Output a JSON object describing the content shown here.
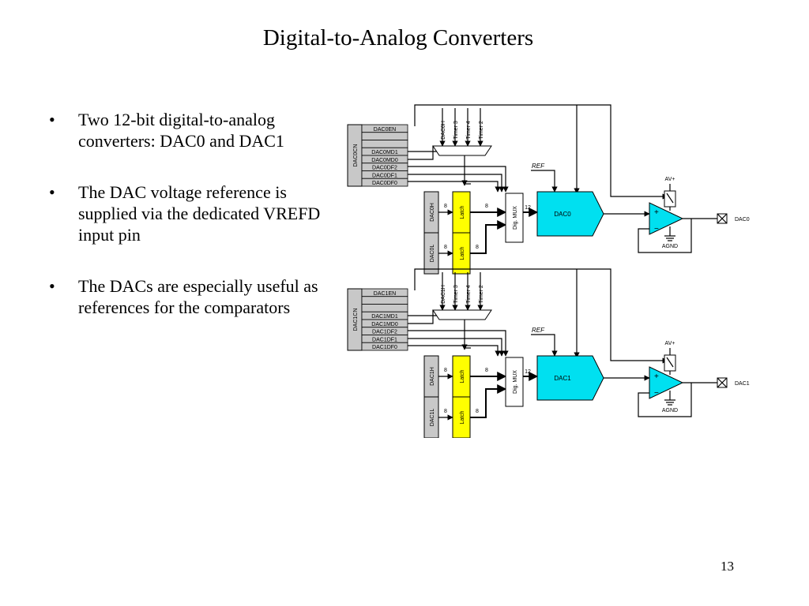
{
  "slide": {
    "title": "Digital-to-Analog Converters",
    "bullets": [
      "Two 12-bit digital-to-analog converters: DAC0 and DAC1",
      "The DAC voltage reference is supplied via the dedicated VREFD input pin",
      "The DACs are especially useful as references for the comparators"
    ],
    "page_number": "13"
  },
  "diagram": {
    "colors": {
      "register_gray": "#c8c8c8",
      "latch_yellow": "#ffff00",
      "dac_cyan": "#00e0f0",
      "opamp_cyan": "#00e0f0",
      "line": "#000000"
    },
    "channels": [
      {
        "cn_register": "DAC0CN",
        "cn_bits": [
          "DAC0EN",
          "",
          "",
          "DAC0MD1",
          "DAC0MD0",
          "DAC0DF2",
          "DAC0DF1",
          "DAC0DF0"
        ],
        "high_register": "DAC0H",
        "low_register": "DAC0L",
        "mux_inputs": [
          "DAC0H",
          "Timer 3",
          "Timer 4",
          "Timer 2"
        ],
        "latch_label": "Latch",
        "bus_width": "8",
        "mux_label": "Dig. MUX",
        "dac_bus_width": "12",
        "ref_label": "REF",
        "dac_label": "DAC0",
        "supply_label": "AV+",
        "ground_label": "AGND",
        "plus_sign": "+",
        "minus_sign": "−",
        "output_label": "DAC0"
      },
      {
        "cn_register": "DAC1CN",
        "cn_bits": [
          "DAC1EN",
          "",
          "",
          "DAC1MD1",
          "DAC1MD0",
          "DAC1DF2",
          "DAC1DF1",
          "DAC1DF0"
        ],
        "high_register": "DAC1H",
        "low_register": "DAC1L",
        "mux_inputs": [
          "DAC1H",
          "Timer 3",
          "Timer 4",
          "Timer 2"
        ],
        "latch_label": "Latch",
        "bus_width": "8",
        "mux_label": "Dig. MUX",
        "dac_bus_width": "12",
        "ref_label": "REF",
        "dac_label": "DAC1",
        "supply_label": "AV+",
        "ground_label": "AGND",
        "plus_sign": "+",
        "minus_sign": "−",
        "output_label": "DAC1"
      }
    ]
  }
}
